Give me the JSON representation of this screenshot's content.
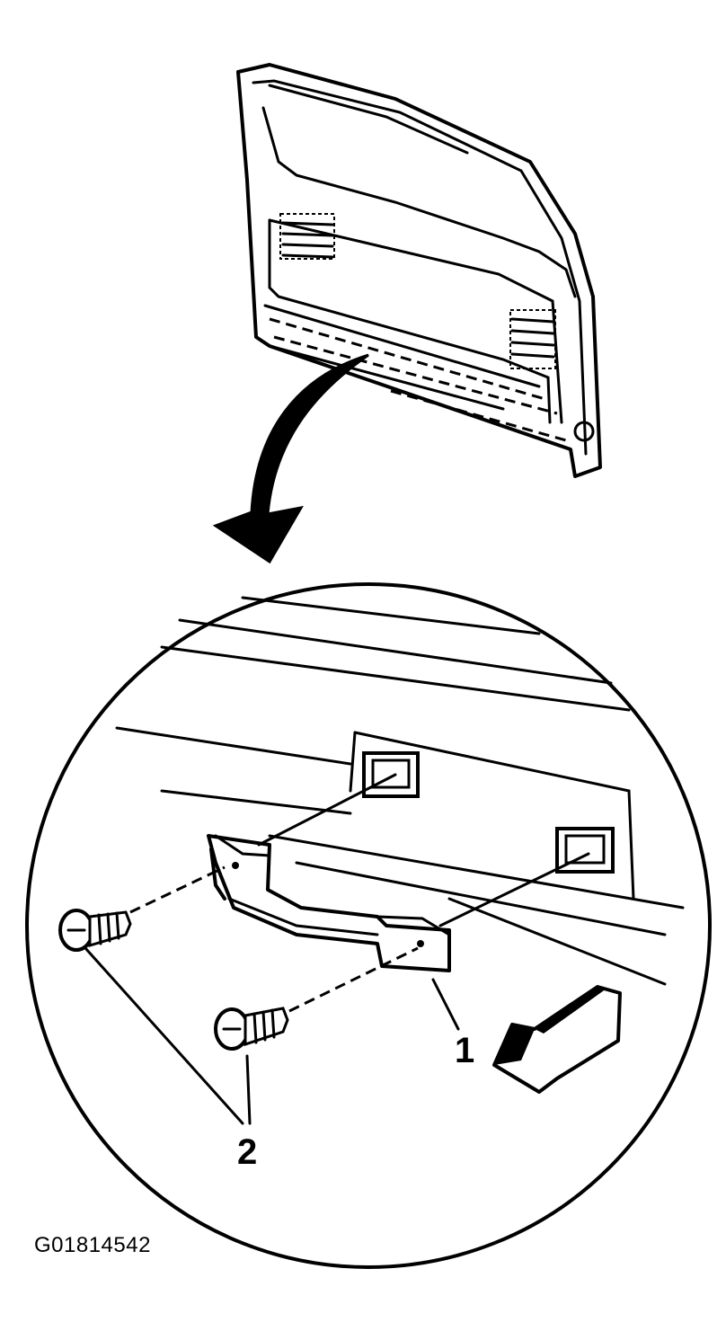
{
  "callouts": {
    "one": "1",
    "two": "2"
  },
  "figure_id": "G01814542",
  "icons": {
    "liftgate_panel": "liftgate-panel-icon",
    "curved_arrow": "curved-arrow-icon",
    "detail_view": "magnified-detail-circle",
    "handle": "pull-handle-icon",
    "screw": "screw-icon",
    "direction_arrow": "forward-direction-arrow-icon"
  },
  "colors": {
    "ink": "#000000",
    "background": "#ffffff"
  }
}
